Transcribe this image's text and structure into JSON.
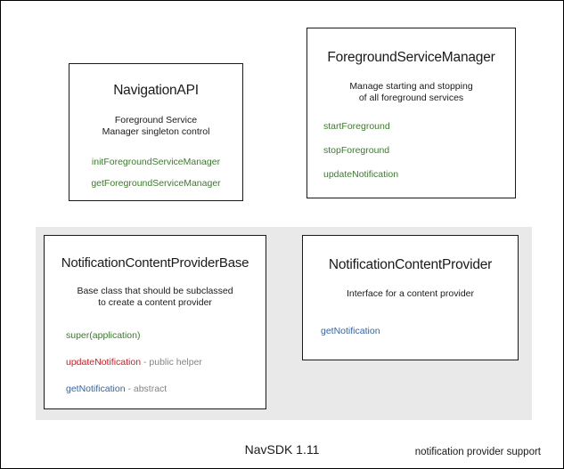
{
  "diagram": {
    "footer_label": "NavSDK 1.11",
    "group": {
      "label": "notification provider support",
      "fill_color": "#e9e9e9"
    },
    "colors": {
      "green": "#3d7a2e",
      "red": "#cc2229",
      "blue": "#3465a4",
      "note_gray": "#848484",
      "text": "#1a1a1a",
      "border": "#1a1a1a",
      "background": "#ffffff"
    },
    "boxes": [
      {
        "id": "navigation-api",
        "title": "NavigationAPI",
        "description_lines": [
          "Foreground Service",
          "Manager singleton control"
        ],
        "members": [
          {
            "name": "initForegroundServiceManager",
            "color": "green",
            "note": ""
          },
          {
            "name": "getForegroundServiceManager",
            "color": "green",
            "note": ""
          }
        ]
      },
      {
        "id": "foreground-service-manager",
        "title": "ForegroundServiceManager",
        "description_lines": [
          "Manage starting and stopping",
          "of all foreground services"
        ],
        "members": [
          {
            "name": "startForeground",
            "color": "green",
            "note": ""
          },
          {
            "name": "stopForeground",
            "color": "green",
            "note": ""
          },
          {
            "name": "updateNotification",
            "color": "green",
            "note": ""
          }
        ]
      },
      {
        "id": "notification-content-provider-base",
        "title": "NotificationContentProviderBase",
        "description_lines": [
          "Base class that should be subclassed",
          "to create a content provider"
        ],
        "members": [
          {
            "name": "super(application)",
            "color": "green",
            "note": ""
          },
          {
            "name": "updateNotification",
            "color": "red",
            "note": " - public helper"
          },
          {
            "name": "getNotification",
            "color": "blue",
            "note": " - abstract"
          }
        ]
      },
      {
        "id": "notification-content-provider",
        "title": "NotificationContentProvider",
        "description_lines": [
          "Interface for a content provider"
        ],
        "members": [
          {
            "name": "getNotification",
            "color": "blue",
            "note": ""
          }
        ]
      }
    ]
  }
}
